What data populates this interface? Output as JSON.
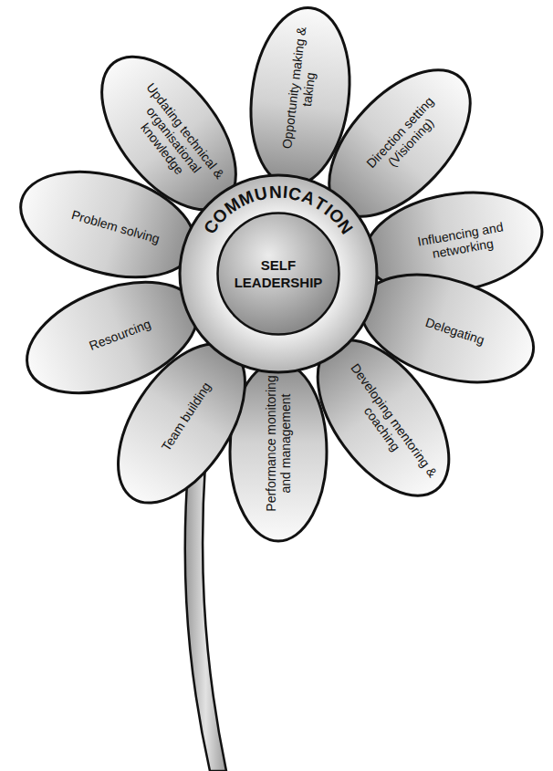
{
  "diagram": {
    "nodes": [
      {
        "text": [
          "COMMUNICATION"
        ]
      },
      {
        "text": [
          "SELF LEADERSHIP"
        ],
        "in": 0
      },
      {
        "text": [
          "Opportunity making & taking"
        ]
      },
      {
        "text": [
          "Direction setting (Visioning)"
        ]
      },
      {
        "text": [
          "Influencing and networking"
        ]
      },
      {
        "text": [
          "Delegating"
        ]
      },
      {
        "text": [
          "Developing mentoring & coaching"
        ]
      },
      {
        "text": [
          "Performance monitoring and management"
        ]
      },
      {
        "text": [
          "Team building"
        ]
      },
      {
        "text": [
          "Resourcing"
        ]
      },
      {
        "text": [
          "Problem solving"
        ]
      },
      {
        "text": [
          "Updating technical & organisational knowledge"
        ]
      }
    ]
  }
}
